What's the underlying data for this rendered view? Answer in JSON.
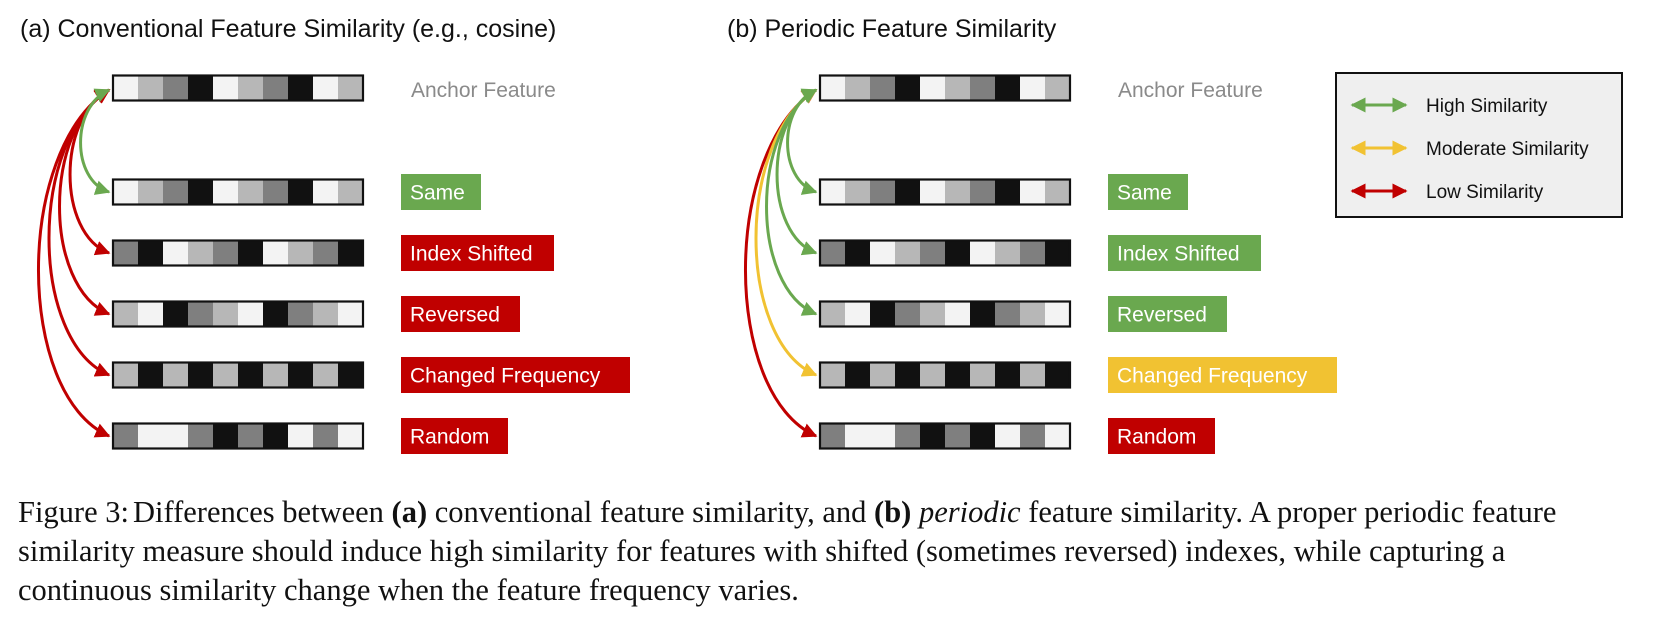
{
  "colors": {
    "high": "#6aa84f",
    "moderate": "#f1c232",
    "low": "#c00000",
    "gray_light": "#b7b7b7",
    "gray_dark": "#7f7f7f",
    "black": "#111111",
    "white": "#f3f3f3"
  },
  "panels": [
    {
      "title": "(a) Conventional Feature Similarity (e.g., cosine)",
      "anchor_label": "Anchor Feature",
      "anchor_cells": [
        "white",
        "light",
        "dark",
        "black",
        "white",
        "light",
        "dark",
        "black",
        "white",
        "light"
      ],
      "rows": [
        {
          "label": "Same",
          "similarity": "high",
          "cells": [
            "white",
            "light",
            "dark",
            "black",
            "white",
            "light",
            "dark",
            "black",
            "white",
            "light"
          ]
        },
        {
          "label": "Index Shifted",
          "similarity": "low",
          "cells": [
            "dark",
            "black",
            "white",
            "light",
            "dark",
            "black",
            "white",
            "light",
            "dark",
            "black"
          ]
        },
        {
          "label": "Reversed",
          "similarity": "low",
          "cells": [
            "light",
            "white",
            "black",
            "dark",
            "light",
            "white",
            "black",
            "dark",
            "light",
            "white"
          ]
        },
        {
          "label": "Changed Frequency",
          "similarity": "low",
          "cells": [
            "light",
            "black",
            "light",
            "black",
            "light",
            "black",
            "light",
            "black",
            "light",
            "black"
          ]
        },
        {
          "label": "Random",
          "similarity": "low",
          "cells": [
            "dark",
            "white",
            "white",
            "dark",
            "black",
            "dark",
            "black",
            "white",
            "dark",
            "white"
          ]
        }
      ]
    },
    {
      "title": "(b) Periodic Feature Similarity",
      "anchor_label": "Anchor Feature",
      "anchor_cells": [
        "white",
        "light",
        "dark",
        "black",
        "white",
        "light",
        "dark",
        "black",
        "white",
        "light"
      ],
      "rows": [
        {
          "label": "Same",
          "similarity": "high",
          "cells": [
            "white",
            "light",
            "dark",
            "black",
            "white",
            "light",
            "dark",
            "black",
            "white",
            "light"
          ]
        },
        {
          "label": "Index Shifted",
          "similarity": "high",
          "cells": [
            "dark",
            "black",
            "white",
            "light",
            "dark",
            "black",
            "white",
            "light",
            "dark",
            "black"
          ]
        },
        {
          "label": "Reversed",
          "similarity": "high",
          "cells": [
            "light",
            "white",
            "black",
            "dark",
            "light",
            "white",
            "black",
            "dark",
            "light",
            "white"
          ]
        },
        {
          "label": "Changed Frequency",
          "similarity": "moderate",
          "cells": [
            "light",
            "black",
            "light",
            "black",
            "light",
            "black",
            "light",
            "black",
            "light",
            "black"
          ]
        },
        {
          "label": "Random",
          "similarity": "low",
          "cells": [
            "dark",
            "white",
            "white",
            "dark",
            "black",
            "dark",
            "black",
            "white",
            "dark",
            "white"
          ]
        }
      ]
    }
  ],
  "legend": [
    {
      "label": "High Similarity",
      "similarity": "high"
    },
    {
      "label": "Moderate Similarity",
      "similarity": "moderate"
    },
    {
      "label": "Low Similarity",
      "similarity": "low"
    }
  ],
  "caption": {
    "figure_label": "Figure 3:",
    "text_1": "Differences between ",
    "a_marker": "(a)",
    "text_2": " conventional feature similarity, and ",
    "b_marker": "(b)",
    "text_3": " ",
    "italic_word": "periodic",
    "text_4": " feature similarity. A proper periodic feature similarity measure should induce high similarity for features with shifted (sometimes reversed) indexes, while capturing a continuous similarity change when the feature frequency varies."
  }
}
